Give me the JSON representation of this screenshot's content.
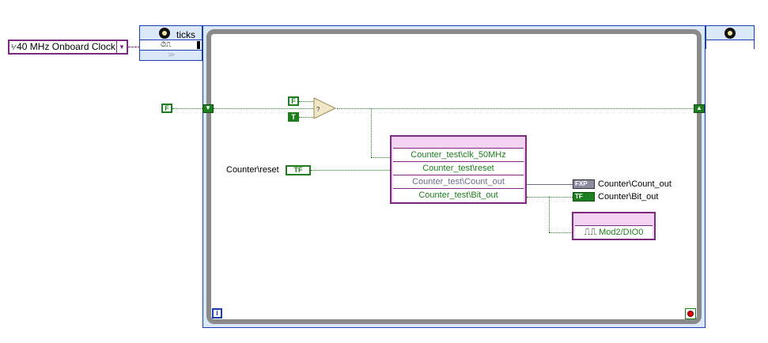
{
  "clock_constant": {
    "icon": "fixed-point-icon",
    "label": "40 MHz Onboard Clock"
  },
  "timed_loop": {
    "left_node_label": "ticks",
    "left_node_icon": "clock-icon",
    "right_node_icon": "clock-icon",
    "iteration_terminal": "i"
  },
  "constants": {
    "outer_false": "F",
    "select_false": "F",
    "select_true": "T"
  },
  "select_icon": "select-icon",
  "control": {
    "label": "Counter\\reset",
    "type": "TF"
  },
  "io_node": {
    "rows": [
      {
        "label": "Counter_test\\clk_50MHz"
      },
      {
        "label": "Counter_test\\reset"
      },
      {
        "label": "Counter_test\\Count_out"
      },
      {
        "label": "Counter_test\\Bit_out"
      }
    ]
  },
  "indicators": [
    {
      "type": "FXP",
      "label": "Counter\\Count_out"
    },
    {
      "type": "TF",
      "label": "Counter\\Bit_out"
    }
  ],
  "dio_node": {
    "label": "Mod2/DIO0"
  },
  "colors": {
    "bool": "#1e7d1e",
    "fpga_border": "#7b2a7f",
    "loop_border": "#8a8a8a",
    "stop": "#e00000"
  }
}
